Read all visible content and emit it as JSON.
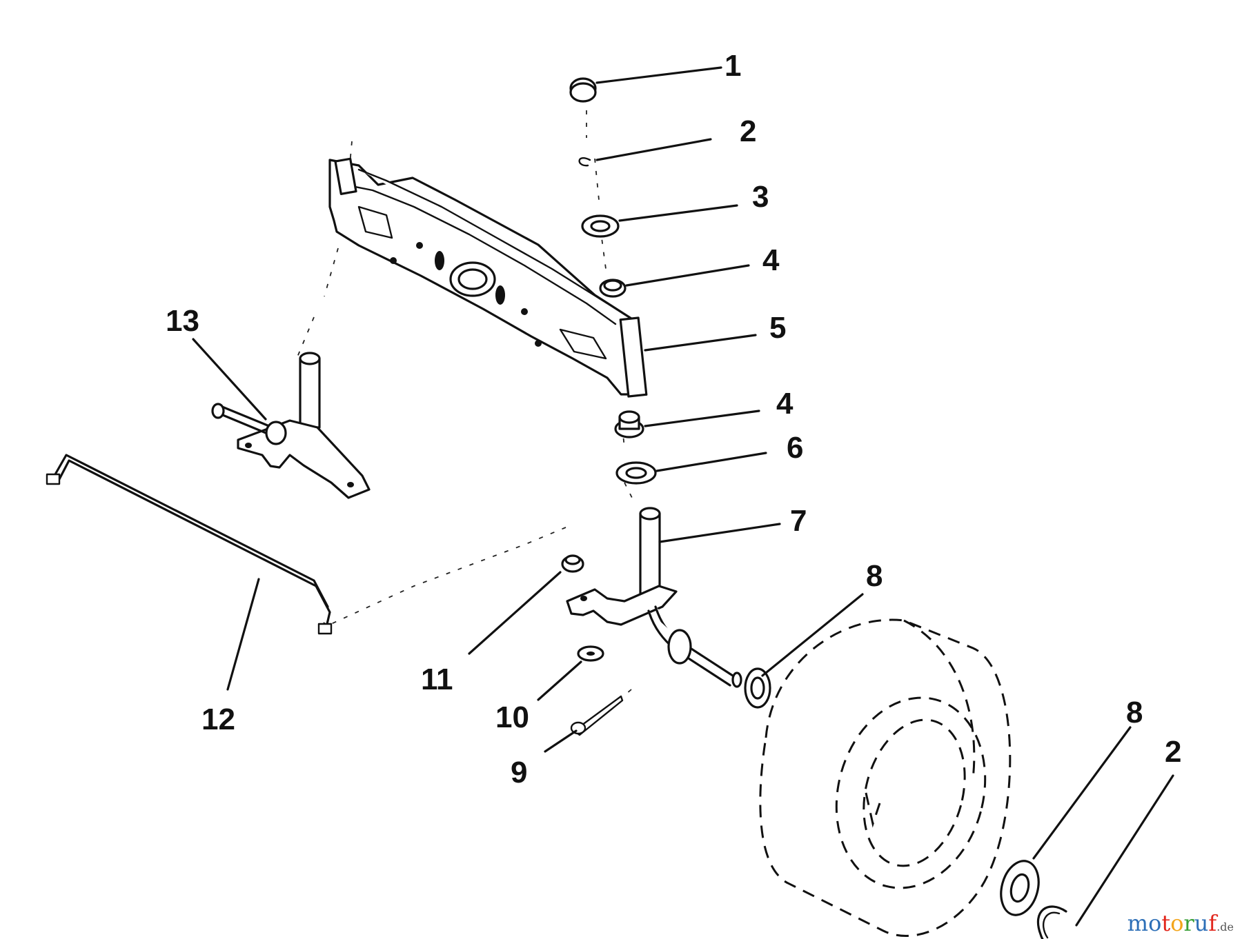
{
  "diagram": {
    "callouts": [
      {
        "id": "1",
        "label": "1"
      },
      {
        "id": "2a",
        "label": "2"
      },
      {
        "id": "3",
        "label": "3"
      },
      {
        "id": "4a",
        "label": "4"
      },
      {
        "id": "5",
        "label": "5"
      },
      {
        "id": "4b",
        "label": "4"
      },
      {
        "id": "6",
        "label": "6"
      },
      {
        "id": "7",
        "label": "7"
      },
      {
        "id": "8a",
        "label": "8"
      },
      {
        "id": "13",
        "label": "13"
      },
      {
        "id": "11",
        "label": "11"
      },
      {
        "id": "12",
        "label": "12"
      },
      {
        "id": "10",
        "label": "10"
      },
      {
        "id": "9",
        "label": "9"
      },
      {
        "id": "8b",
        "label": "8"
      },
      {
        "id": "2b",
        "label": "2"
      }
    ]
  },
  "watermark": {
    "text": "motoruf",
    "suffix": ".de",
    "colors": [
      "#2d6fb7",
      "#2d6fb7",
      "#e2251b",
      "#f3a51b",
      "#3aa037",
      "#2d6fb7",
      "#e2251b"
    ]
  }
}
